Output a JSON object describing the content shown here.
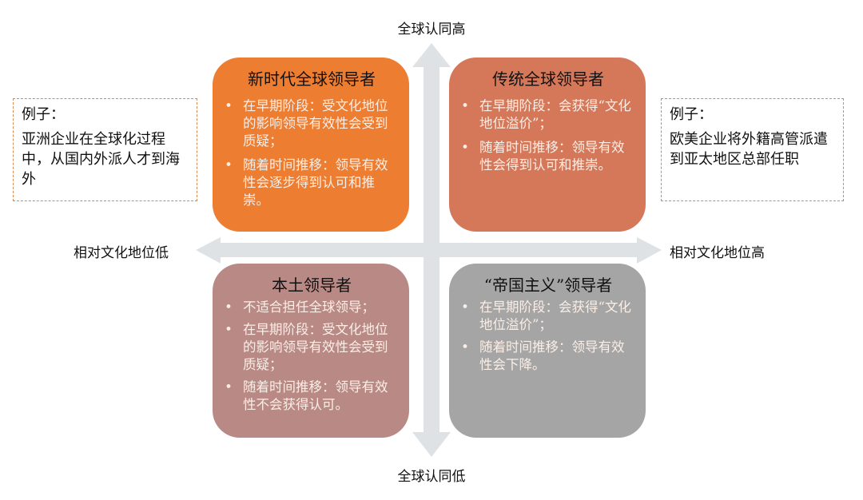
{
  "colors": {
    "arrow": "#dfe2e5",
    "quadrant_top_left": "#ed7d31",
    "quadrant_top_right": "#d5785a",
    "quadrant_bottom_left": "#b98a85",
    "quadrant_bottom_right": "#a5a5a5",
    "example_border": "#d9884f"
  },
  "axes": {
    "top": "全球认同高",
    "bottom": "全球认同低",
    "left": "相对文化地位低",
    "right": "相对文化地位高"
  },
  "quadrants": {
    "top_left": {
      "title": "新时代全球领导者",
      "bullet": "•",
      "items": [
        "在早期阶段：受文化地位的影响领导有效性会受到质疑；",
        "随着时间推移：领导有效性会逐步得到认可和推崇。"
      ]
    },
    "top_right": {
      "title": "传统全球领导者",
      "bullet": "•",
      "items": [
        "在早期阶段：会获得“文化地位溢价”；",
        "随着时间推移：领导有效性会得到认可和推崇。"
      ]
    },
    "bottom_left": {
      "title": "本土领导者",
      "bullet": "•",
      "items": [
        "不适合担任全球领导；",
        "在早期阶段：受文化地位的影响领导有效性会受到质疑；",
        "随着时间推移：领导有效性不会获得认可。"
      ]
    },
    "bottom_right": {
      "title": "“帝国主义”领导者",
      "bullet": "•",
      "items": [
        "在早期阶段：会获得“文化地位溢价”；",
        "随着时间推移：领导有效性会下降。"
      ]
    }
  },
  "examples": {
    "left": {
      "title": "例子：",
      "body": "亚洲企业在全球化过程中，从国内外派人才到海外"
    },
    "right": {
      "title": "例子：",
      "body": "欧美企业将外籍高管派遣到亚太地区总部任职"
    }
  }
}
